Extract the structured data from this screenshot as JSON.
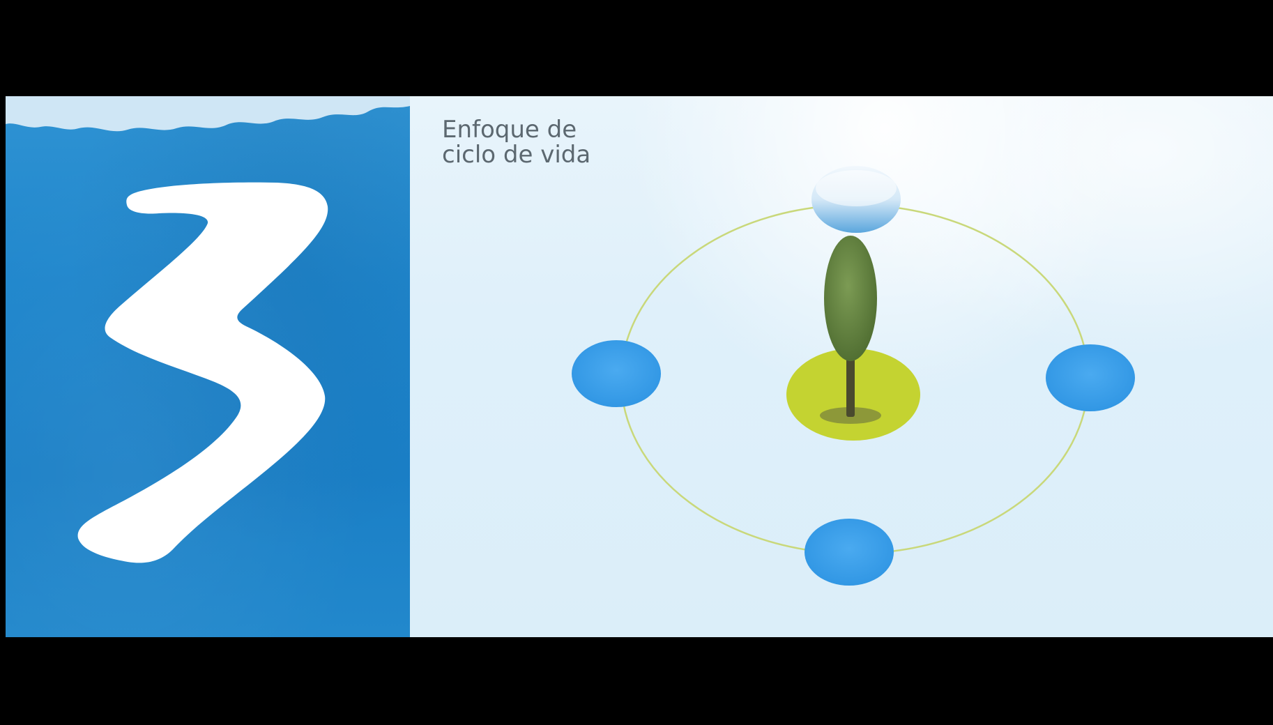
{
  "slide": {
    "title_line1": "Enfoque de",
    "title_line2": "ciclo de vida",
    "number_glyph": "3"
  },
  "colors": {
    "number_panel_blue": "#1f86cc",
    "number_white": "#ffffff",
    "cycle_ring": "#c9d87a",
    "stage_node_blue": "#3aa0ec",
    "center_disc": "#c4d331",
    "tree_canopy": "#5f7f3c",
    "tree_trunk": "#4a4a2e",
    "background_sky": "#dff0fa"
  },
  "icons": {
    "cloud_node": "cloud-icon",
    "tree": "tree-icon"
  }
}
